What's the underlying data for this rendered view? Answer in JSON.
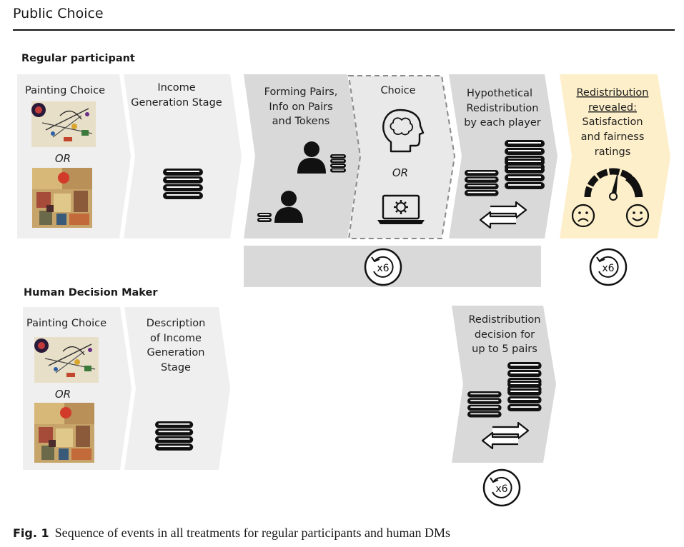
{
  "header": {
    "journal": "Public Choice"
  },
  "regular": {
    "label": "Regular participant",
    "painting_choice": "Painting Choice",
    "or": "OR",
    "income_line1": "Income",
    "income_line2": "Generation Stage",
    "forming_line1": "Forming Pairs,",
    "forming_line2": "Info on Pairs",
    "forming_line3": "and Tokens",
    "choice": "Choice",
    "choice_or": "OR",
    "hypo_line1": "Hypothetical",
    "hypo_line2": "Redistribution",
    "hypo_line3": "by each player",
    "revealed_line1": "Redistribution",
    "revealed_line2": "revealed:",
    "revealed_line3": "Satisfaction",
    "revealed_line4": "and fairness",
    "revealed_line5": "ratings",
    "repeat_a": "x6",
    "repeat_b": "x6"
  },
  "human": {
    "label": "Human Decision Maker",
    "painting_choice": "Painting Choice",
    "or": "OR",
    "desc_line1": "Description",
    "desc_line2": "of Income",
    "desc_line3": "Generation",
    "desc_line4": "Stage",
    "redist_line1": "Redistribution",
    "redist_line2": "decision for",
    "redist_line3": "up to 5 pairs",
    "repeat": "x6"
  },
  "caption": {
    "label": "Fig. 1",
    "text": "Sequence of events in all treatments for regular participants and human DMs"
  },
  "colors": {
    "light_box": "#efefef",
    "dark_box": "#d9d9d9",
    "highlight_box": "#fdefc9",
    "icon": "#111111"
  }
}
